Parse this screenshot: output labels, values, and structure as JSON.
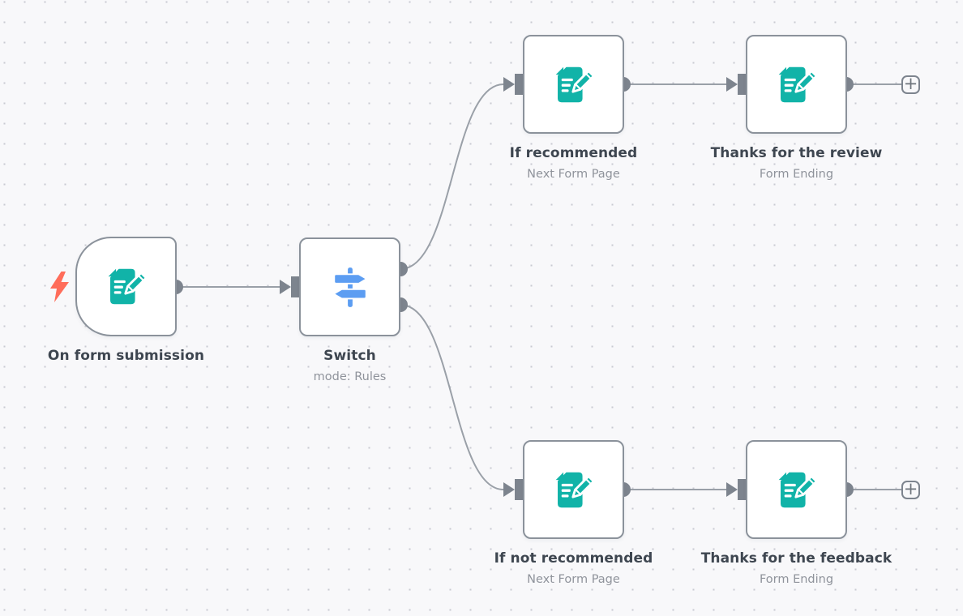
{
  "app": {
    "view": "workflow-canvas"
  },
  "palette": {
    "canvas_background": "#f8f8fa",
    "grid_dot": "#c9cad1",
    "wire": "#9aa0a8",
    "endpoint": "#7d848e",
    "node_border": "#8b929b",
    "node_fill": "#ffffff",
    "title_text": "#3e4650",
    "subtitle_text": "#8f939b",
    "form_icon_teal": "#11b3a8",
    "switch_icon_blue": "#5c9df2",
    "trigger_bolt_red": "#ff6d5a"
  },
  "nodes": [
    {
      "id": "on-form-submission",
      "title": "On form submission",
      "subtitle": "",
      "icon": "form-icon",
      "kind": "form-trigger"
    },
    {
      "id": "switch",
      "title": "Switch",
      "subtitle": "mode: Rules",
      "icon": "switch-icon",
      "kind": "switch"
    },
    {
      "id": "if-recommended",
      "title": "If recommended",
      "subtitle": "Next Form Page",
      "icon": "form-icon",
      "kind": "form-page"
    },
    {
      "id": "thanks-for-the-review",
      "title": "Thanks for the review",
      "subtitle": "Form Ending",
      "icon": "form-icon",
      "kind": "form-ending"
    },
    {
      "id": "if-not-recommended",
      "title": "If not recommended",
      "subtitle": "Next Form Page",
      "icon": "form-icon",
      "kind": "form-page"
    },
    {
      "id": "thanks-for-the-feedback",
      "title": "Thanks for the feedback",
      "subtitle": "Form Ending",
      "icon": "form-icon",
      "kind": "form-ending"
    }
  ],
  "add_button": {
    "label": "+"
  }
}
